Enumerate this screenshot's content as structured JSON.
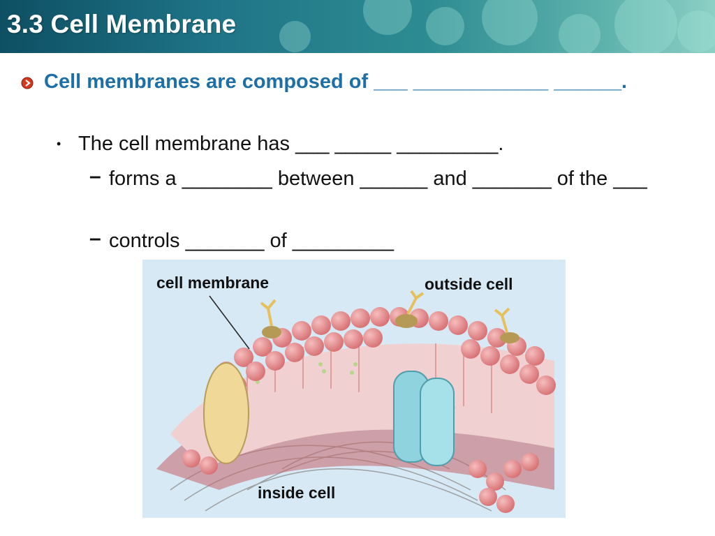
{
  "slide": {
    "title": "3.3 Cell Membrane",
    "bullet1": "Cell membranes are composed of ___ ____________ ______.",
    "bullet2": "The cell membrane has ___ _____ _________.",
    "sub1": "forms a ________ between ______ and _______ of the ___",
    "sub2": "controls _______ of _________",
    "dash": "–"
  },
  "figure": {
    "label_membrane": "cell membrane",
    "label_outside": "outside cell",
    "label_inside": "inside cell"
  },
  "colors": {
    "title_text": "#ffffff",
    "bullet_blue": "#1d6fa5",
    "figure_bg": "#d7e9f5",
    "phospholipid_head": "#e58b8b",
    "channel_protein": "#8fd3de",
    "integral_protein": "#f0d898"
  }
}
